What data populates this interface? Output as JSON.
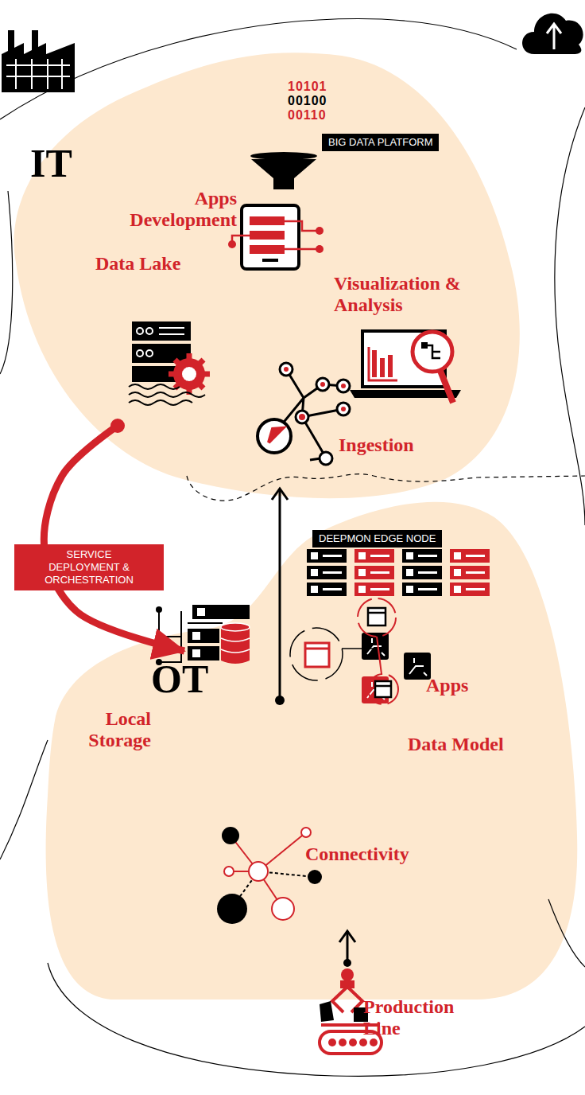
{
  "diagram": {
    "nodes": [
      {
        "text": [
          "IT"
        ]
      },
      {
        "text": [
          "BIG DATA PLATFORM"
        ],
        "in": 0
      },
      {
        "text": [
          "Apps Development"
        ],
        "in": 0
      },
      {
        "text": [
          "Data Lake"
        ],
        "in": 0
      },
      {
        "text": [
          "Visualization & Analysis"
        ],
        "in": 0
      },
      {
        "text": [
          "Ingestion"
        ],
        "in": 0
      },
      {
        "text": [
          "OT"
        ]
      },
      {
        "text": [
          "DEEPMON EDGE NODE"
        ],
        "in": 6
      },
      {
        "text": [
          "Apps"
        ],
        "in": 6
      },
      {
        "text": [
          "Local Storage"
        ],
        "in": 6
      },
      {
        "text": [
          "Data Model"
        ],
        "in": 6
      },
      {
        "text": [
          "Connectivity"
        ],
        "in": 6
      },
      {
        "text": [
          "Production Line"
        ]
      }
    ],
    "edges": [
      {
        "from": 0,
        "to": 6,
        "label": "SERVICE DEPLOYMENT & ORCHESTRATION",
        "arrow": "to"
      },
      {
        "from": 6,
        "to": 5,
        "arrow": "to"
      },
      {
        "from": 12,
        "to": 11,
        "arrow": "to"
      }
    ],
    "labels": [
      "10101",
      "00100",
      "00110"
    ]
  }
}
